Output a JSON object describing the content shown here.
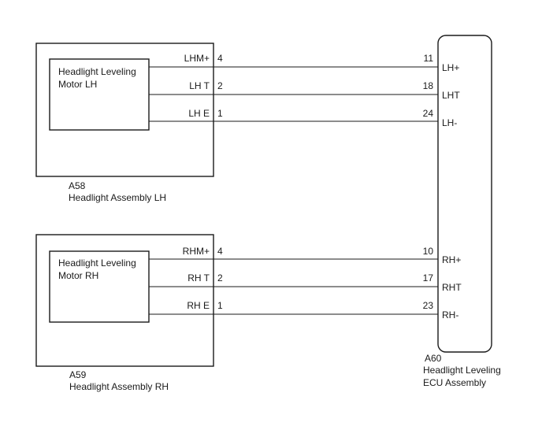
{
  "assemblies": {
    "lh": {
      "code": "A58",
      "name": "Headlight Assembly LH",
      "motor": [
        "Headlight Leveling",
        "Motor LH"
      ],
      "pins": [
        {
          "label": "LHM+",
          "pin": "4"
        },
        {
          "label": "LH T",
          "pin": "2"
        },
        {
          "label": "LH E",
          "pin": "1"
        }
      ]
    },
    "rh": {
      "code": "A59",
      "name": "Headlight Assembly RH",
      "motor": [
        "Headlight Leveling",
        "Motor RH"
      ],
      "pins": [
        {
          "label": "RHM+",
          "pin": "4"
        },
        {
          "label": "RH T",
          "pin": "2"
        },
        {
          "label": "RH E",
          "pin": "1"
        }
      ]
    }
  },
  "ecu": {
    "code": "A60",
    "name": [
      "Headlight Leveling",
      "ECU Assembly"
    ],
    "pins": [
      {
        "pin": "11",
        "label": "LH+"
      },
      {
        "pin": "18",
        "label": "LHT"
      },
      {
        "pin": "24",
        "label": "LH-"
      },
      {
        "pin": "10",
        "label": "RH+"
      },
      {
        "pin": "17",
        "label": "RHT"
      },
      {
        "pin": "23",
        "label": "RH-"
      }
    ]
  }
}
